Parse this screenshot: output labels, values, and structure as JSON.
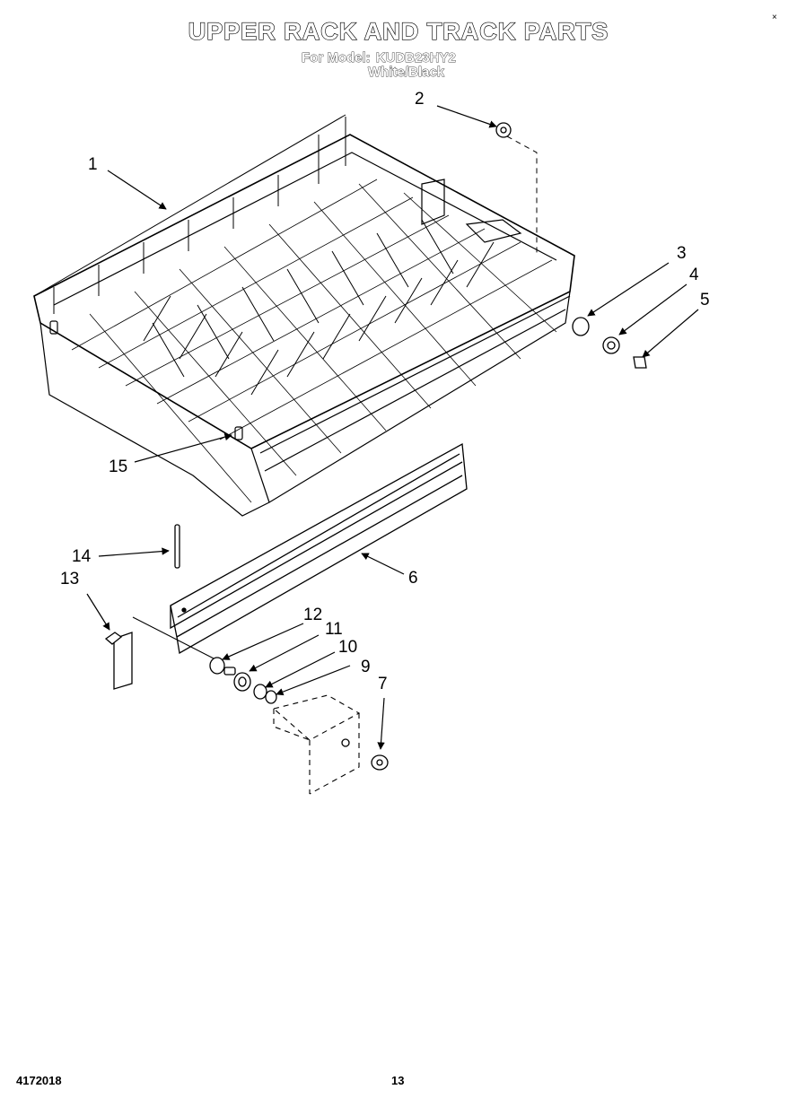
{
  "header": {
    "title": "UPPER RACK AND TRACK PARTS",
    "model_label": "For Model:",
    "model_number": "KUDB23HY2",
    "variant": "White/Black"
  },
  "callouts": {
    "c1": "1",
    "c2": "2",
    "c3": "3",
    "c4": "4",
    "c5": "5",
    "c6": "6",
    "c7": "7",
    "c9": "9",
    "c10": "10",
    "c11": "11",
    "c12": "12",
    "c13": "13",
    "c14": "14",
    "c15": "15"
  },
  "footer": {
    "doc_number": "4172018",
    "page_number": "13",
    "corner_mark": "×"
  }
}
